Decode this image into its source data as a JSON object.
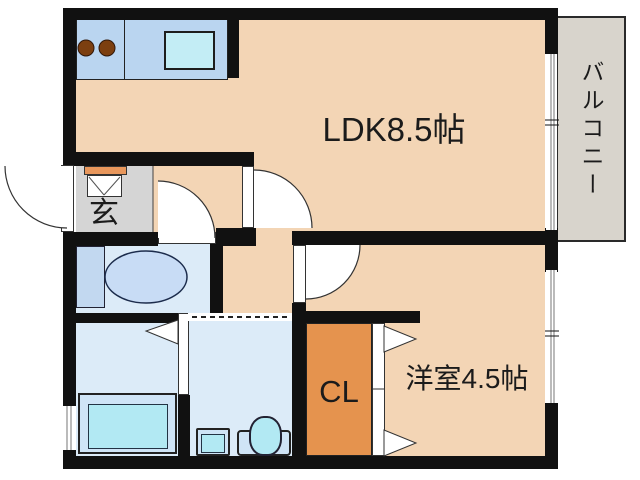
{
  "floor_plan": {
    "labels": {
      "ldk": "LDK8.5帖",
      "western_room": "洋室4.5帖",
      "closet": "CL",
      "entrance": "玄",
      "balcony": "バルコニー"
    },
    "fixtures": [
      "kitchen-counter",
      "stove-burners",
      "kitchen-sink",
      "shoe-cabinet",
      "bathtub",
      "washing-machine-pan",
      "toilet",
      "small-sink-box"
    ],
    "colors": {
      "floor": "#f3d5b5",
      "wall": "#111111",
      "wet_room_floor": "#dcebf8",
      "kitchen_counter": "#bad5f0",
      "sink_water": "#b2e9f3",
      "fixture_light": "#cfe4f6",
      "closet": "#e5934e",
      "entrance_floor": "#d5d5d5",
      "shoe_cabinet_top": "#e8975c",
      "balcony": "#d8d4cc",
      "burner": "#7c3f10"
    }
  }
}
